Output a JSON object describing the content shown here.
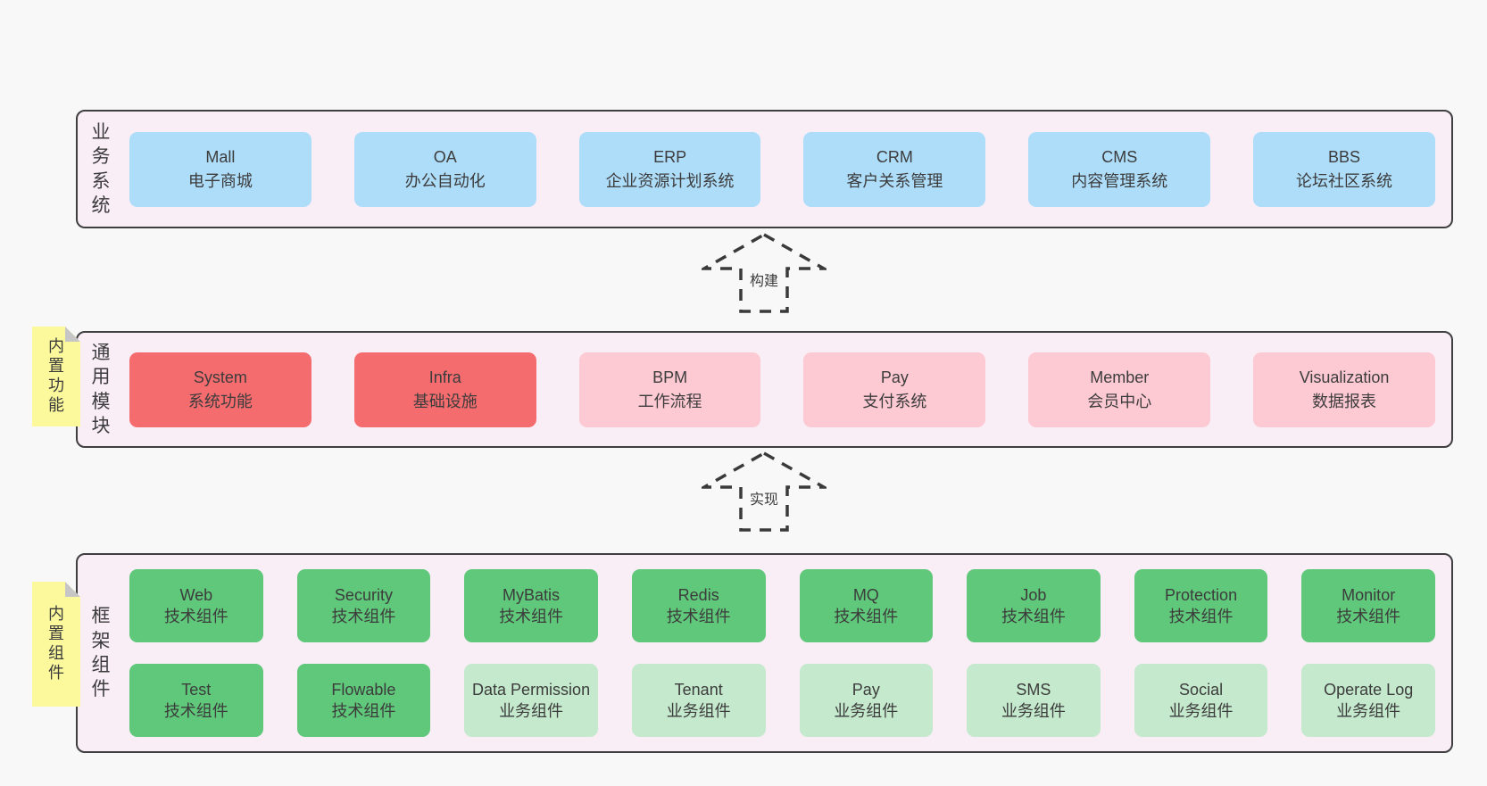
{
  "colors": {
    "page_bg": "#f8f8f8",
    "container_bg": "#f9edf6",
    "container_border": "#3f3f3f",
    "blue": "#aeddfa",
    "red": "#f56c6f",
    "pink": "#fdc9d3",
    "green": "#5fc87a",
    "light_green": "#c4e9cc",
    "note_yellow": "#fbf99c",
    "note_fold": "#c6c6c6",
    "text": "#3c3c3c",
    "arrow_stroke": "#3a3a3a"
  },
  "layers": [
    {
      "label": "业务系统",
      "boxes": [
        {
          "en": "Mall",
          "cn": "电子商城",
          "variant": "blue"
        },
        {
          "en": "OA",
          "cn": "办公自动化",
          "variant": "blue"
        },
        {
          "en": "ERP",
          "cn": "企业资源计划系统",
          "variant": "blue"
        },
        {
          "en": "CRM",
          "cn": "客户关系管理",
          "variant": "blue"
        },
        {
          "en": "CMS",
          "cn": "内容管理系统",
          "variant": "blue"
        },
        {
          "en": "BBS",
          "cn": "论坛社区系统",
          "variant": "blue"
        }
      ]
    },
    {
      "label": "通用模块",
      "note": "内置功能",
      "boxes": [
        {
          "en": "System",
          "cn": "系统功能",
          "variant": "red"
        },
        {
          "en": "Infra",
          "cn": "基础设施",
          "variant": "red"
        },
        {
          "en": "BPM",
          "cn": "工作流程",
          "variant": "pink"
        },
        {
          "en": "Pay",
          "cn": "支付系统",
          "variant": "pink"
        },
        {
          "en": "Member",
          "cn": "会员中心",
          "variant": "pink"
        },
        {
          "en": "Visualization",
          "cn": "数据报表",
          "variant": "pink"
        }
      ]
    },
    {
      "label": "框架组件",
      "note": "内置组件",
      "rows": [
        [
          {
            "en": "Web",
            "cn": "技术组件",
            "variant": "green"
          },
          {
            "en": "Security",
            "cn": "技术组件",
            "variant": "green"
          },
          {
            "en": "MyBatis",
            "cn": "技术组件",
            "variant": "green"
          },
          {
            "en": "Redis",
            "cn": "技术组件",
            "variant": "green"
          },
          {
            "en": "MQ",
            "cn": "技术组件",
            "variant": "green"
          },
          {
            "en": "Job",
            "cn": "技术组件",
            "variant": "green"
          },
          {
            "en": "Protection",
            "cn": "技术组件",
            "variant": "green"
          },
          {
            "en": "Monitor",
            "cn": "技术组件",
            "variant": "green"
          }
        ],
        [
          {
            "en": "Test",
            "cn": "技术组件",
            "variant": "green"
          },
          {
            "en": "Flowable",
            "cn": "技术组件",
            "variant": "green"
          },
          {
            "en": "Data Permission",
            "cn": "业务组件",
            "variant": "light-green"
          },
          {
            "en": "Tenant",
            "cn": "业务组件",
            "variant": "light-green"
          },
          {
            "en": "Pay",
            "cn": "业务组件",
            "variant": "light-green"
          },
          {
            "en": "SMS",
            "cn": "业务组件",
            "variant": "light-green"
          },
          {
            "en": "Social",
            "cn": "业务组件",
            "variant": "light-green"
          },
          {
            "en": "Operate Log",
            "cn": "业务组件",
            "variant": "light-green"
          }
        ]
      ]
    }
  ],
  "arrows": [
    {
      "label": "构建"
    },
    {
      "label": "实现"
    }
  ]
}
